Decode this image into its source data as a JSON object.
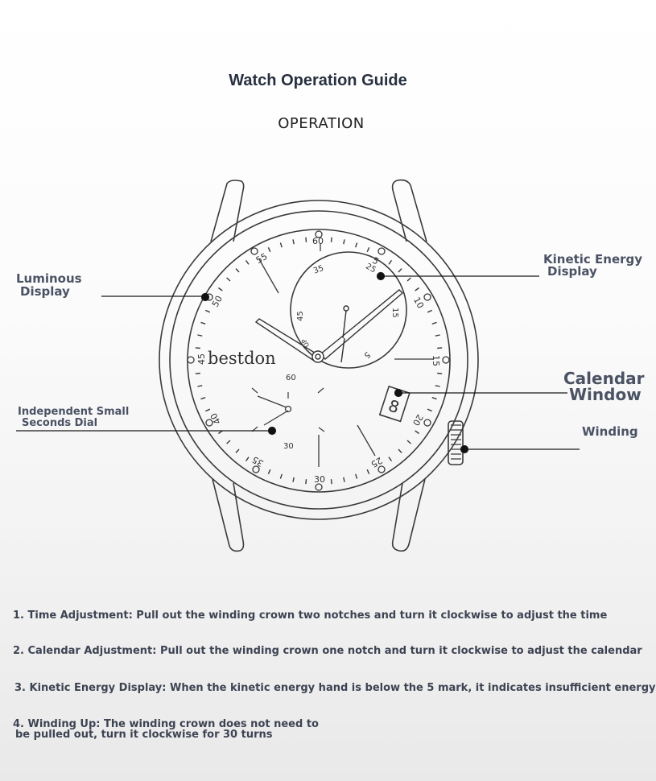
{
  "title": "Watch Operation Guide",
  "subtitle": "OPERATION",
  "brand": "bestdon",
  "labels": {
    "luminous_line1": "Luminous",
    "luminous_line2": "Display",
    "kinetic_line1": "Kinetic Energy",
    "kinetic_line2": "Display",
    "calendar_line1": "Calendar",
    "calendar_line2": "Window",
    "small_seconds_line1": "Independent Small",
    "small_seconds_line2": "Seconds Dial",
    "winding": "Winding"
  },
  "dial_numbers": {
    "outer": [
      "60",
      "55",
      "50",
      "45",
      "40",
      "35",
      "30",
      "25",
      "20",
      "15",
      "10",
      "5"
    ],
    "kinetic_sub": [
      "35",
      "25",
      "45",
      "UP",
      "15",
      "5"
    ],
    "seconds_sub": [
      "60",
      "30"
    ],
    "date_digit": "8"
  },
  "instructions": [
    "1. Time Adjustment: Pull out the winding crown two notches and turn it clockwise to adjust the time",
    "2. Calendar Adjustment: Pull out the winding crown one notch and turn it clockwise to adjust the calendar",
    "3. Kinetic Energy Display: When the kinetic energy hand is below the 5 mark, it indicates insufficient energy",
    "4. Winding Up: The winding crown does not need to",
    "be pulled out, turn it clockwise for 30 turns"
  ],
  "colors": {
    "line": "#3a3a3a",
    "text": "#4a5264",
    "title": "#27303f"
  }
}
